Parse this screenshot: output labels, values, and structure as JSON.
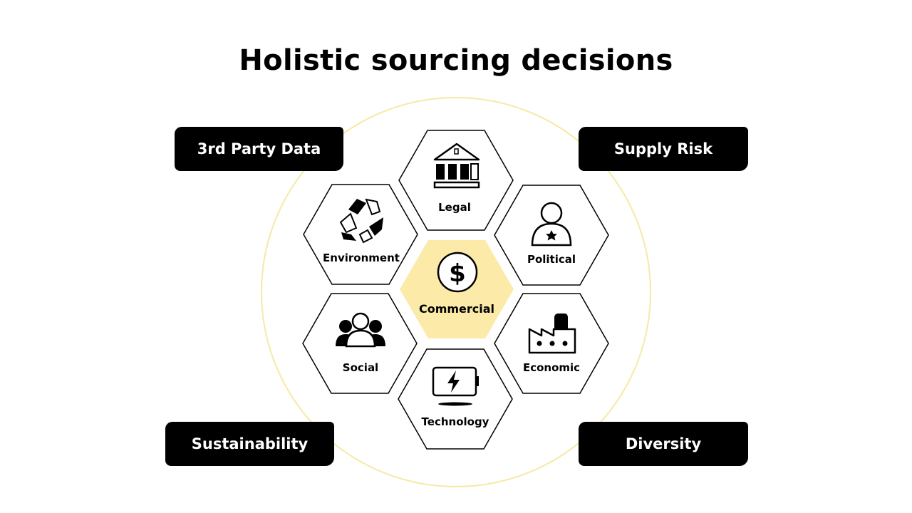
{
  "title": "Holistic sourcing decisions",
  "colors": {
    "accent": "#fbeaa8",
    "ring": "#f6e9a5",
    "tag_bg": "#000000",
    "tag_text": "#ffffff"
  },
  "center": {
    "label": "Commercial",
    "icon": "dollar-icon"
  },
  "hexagons": [
    {
      "label": "Legal",
      "icon": "courthouse-icon"
    },
    {
      "label": "Political",
      "icon": "politician-icon"
    },
    {
      "label": "Economic",
      "icon": "factory-icon"
    },
    {
      "label": "Technology",
      "icon": "battery-bolt-icon"
    },
    {
      "label": "Social",
      "icon": "people-group-icon"
    },
    {
      "label": "Environment",
      "icon": "recycle-icon"
    }
  ],
  "tags": {
    "top_left": "3rd Party Data",
    "top_right": "Supply Risk",
    "bottom_left": "Sustainability",
    "bottom_right": "Diversity"
  }
}
